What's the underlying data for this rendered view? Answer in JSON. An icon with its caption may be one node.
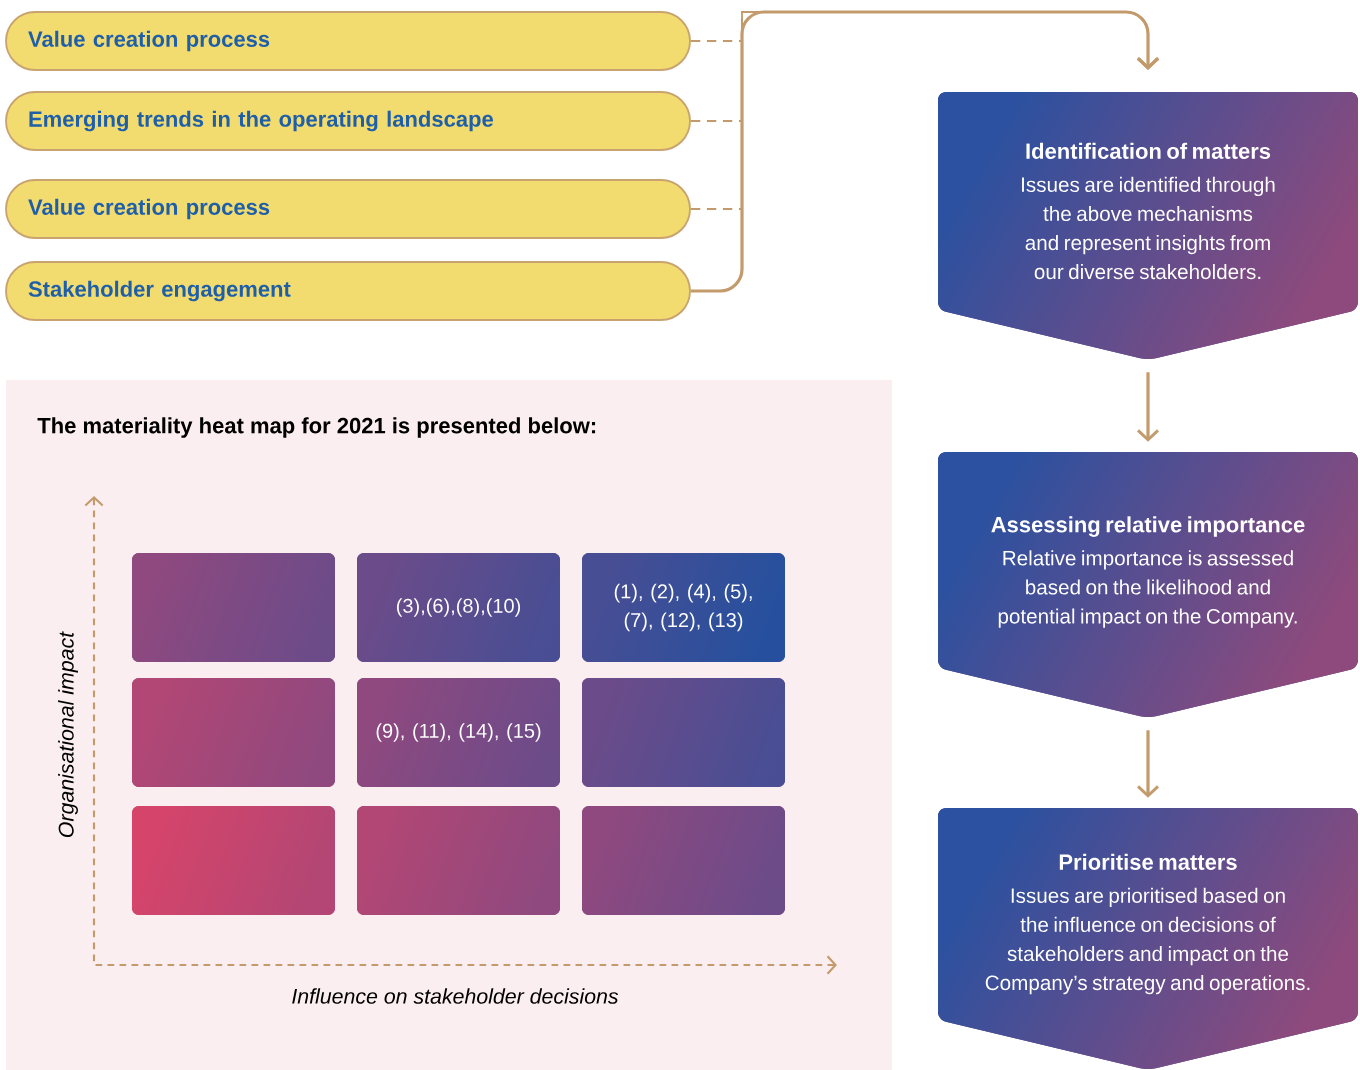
{
  "diagram": {
    "nodes": [
      {
        "text": [
          "Value creation process"
        ]
      },
      {
        "text": [
          "Emerging trends in the operating landscape"
        ]
      },
      {
        "text": [
          "Value creation process"
        ]
      },
      {
        "text": [
          "Stakeholder engagement"
        ]
      },
      {
        "text": [
          "Identification of matters",
          "Issues are identified through the above mechanisms and represent insights from our diverse stakeholders."
        ]
      },
      {
        "text": [
          "Assessing relative importance",
          "Relative importance is assessed based on the likelihood and potential impact on the Company."
        ]
      },
      {
        "text": [
          "Prioritise matters",
          "Issues are prioritised based on the influence on decisions of stakeholders and impact on the Company’s strategy and operations."
        ]
      },
      {
        "text": [
          "The materiality heat map for 2021 is presented below:"
        ]
      },
      {
        "text": [],
        "shape": "box",
        "in": 7
      },
      {
        "text": [
          "(3),(6),(8),(10)"
        ],
        "in": 7
      },
      {
        "text": [
          "(1), (2), (4), (5), (7), (12), (13)"
        ],
        "in": 7
      },
      {
        "text": [],
        "shape": "box",
        "in": 7
      },
      {
        "text": [
          "(9), (11), (14), (15)"
        ],
        "in": 7
      },
      {
        "text": [],
        "shape": "box",
        "in": 7
      },
      {
        "text": [],
        "shape": "box",
        "in": 7
      },
      {
        "text": [],
        "shape": "box",
        "in": 7
      },
      {
        "text": [],
        "shape": "box",
        "in": 7
      }
    ],
    "edges": [
      {
        "from": 0,
        "to": 4,
        "arrow": "to",
        "style": "dashed"
      },
      {
        "from": 1,
        "to": 4,
        "arrow": "to",
        "style": "dashed"
      },
      {
        "from": 2,
        "to": 4,
        "arrow": "to",
        "style": "dashed"
      },
      {
        "from": 3,
        "to": 4,
        "arrow": "to"
      },
      {
        "from": 4,
        "to": 5,
        "arrow": "to"
      },
      {
        "from": 5,
        "to": 6,
        "arrow": "to"
      }
    ],
    "labels": [
      "Organisational impact",
      "Influence on stakeholder decisions"
    ]
  }
}
